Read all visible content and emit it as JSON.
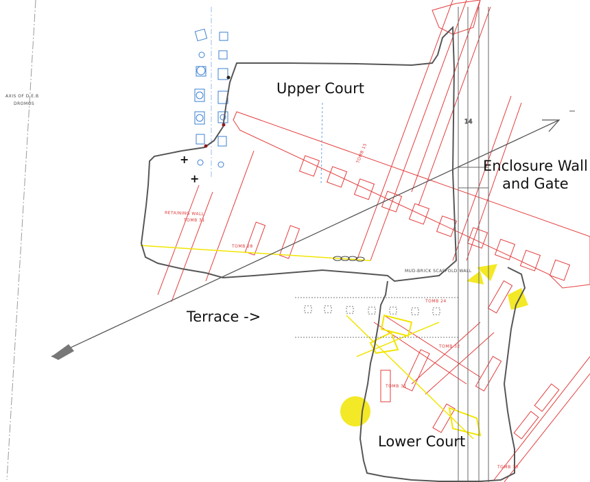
{
  "labels": {
    "upper_court": "Upper Court",
    "enclosure_line1": "Enclosure Wall",
    "enclosure_line2": "and Gate",
    "terrace": "Terrace ->",
    "lower_court": "Lower Court"
  },
  "annotations": {
    "axis_line1": "AXIS OF D.E.B",
    "axis_line2": "DROMOS",
    "retaining_wall": "RETAINING WALL",
    "retaining_wall_sub": "TOMB 31",
    "scaffold_wall": "MUD-BRICK SCAFFOLD WALL",
    "tomb_labels": [
      "TOMB 15",
      "TOMB 28",
      "TOMB 24",
      "TOMB 32",
      "TOMB 31",
      "TOMB 30"
    ],
    "wall_mark": "14"
  },
  "colors": {
    "outline": "#555555",
    "red_features": "#e43a3a",
    "blue_features": "#3a7fd0",
    "yellow_features": "#f1e500",
    "axis_arrow": "#555555"
  }
}
